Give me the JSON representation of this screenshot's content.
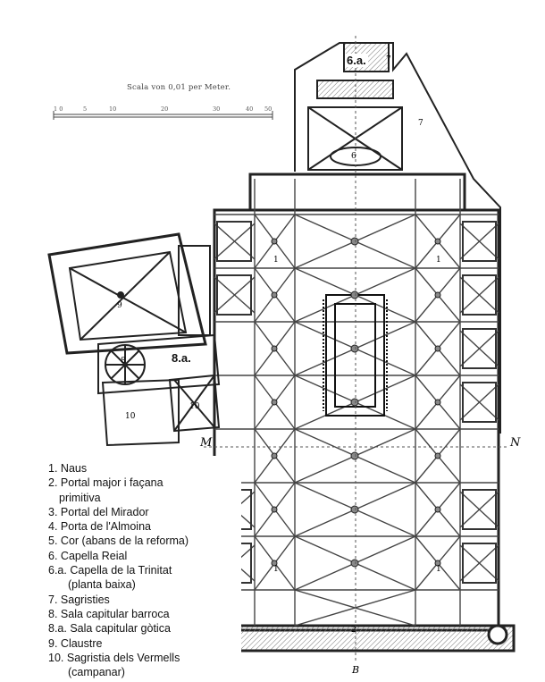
{
  "scale": {
    "title": "Scala von 0,01 per Meter.",
    "ticks": [
      "1 0",
      "5",
      "10",
      "20",
      "30",
      "40",
      "50"
    ]
  },
  "plan_labels": {
    "l6a": "6.a.",
    "l8a": "8.a.",
    "l7a": "7",
    "l7b": "7",
    "l6": "6",
    "l9": "9",
    "l8": "8",
    "l10a": "10",
    "l10b": "10",
    "l1a": "1",
    "l1b": "1",
    "l1c": "1",
    "l1d": "1",
    "l2": "2",
    "lM": "M",
    "lN": "N",
    "lB": "B"
  },
  "legend": [
    {
      "num": "1.",
      "text": "Naus",
      "cont": ""
    },
    {
      "num": "2.",
      "text": "Portal major i façana",
      "cont": "primitiva"
    },
    {
      "num": "3.",
      "text": "Portal del Mirador",
      "cont": ""
    },
    {
      "num": "4.",
      "text": "Porta de l'Almoina",
      "cont": ""
    },
    {
      "num": "5.",
      "text": "Cor (abans de la reforma)",
      "cont": ""
    },
    {
      "num": "6.",
      "text": "Capella Reial",
      "cont": ""
    },
    {
      "num": "6.a.",
      "text": "Capella de la Trinitat",
      "cont": "(planta baixa)"
    },
    {
      "num": "7.",
      "text": "Sagristies",
      "cont": ""
    },
    {
      "num": "8.",
      "text": "Sala capitular barroca",
      "cont": ""
    },
    {
      "num": "8.a.",
      "text": "Sala capitular gòtica",
      "cont": ""
    },
    {
      "num": "9.",
      "text": "Claustre",
      "cont": ""
    },
    {
      "num": "10.",
      "text": "Sagristia dels Vermells",
      "cont": "(campanar)"
    }
  ]
}
